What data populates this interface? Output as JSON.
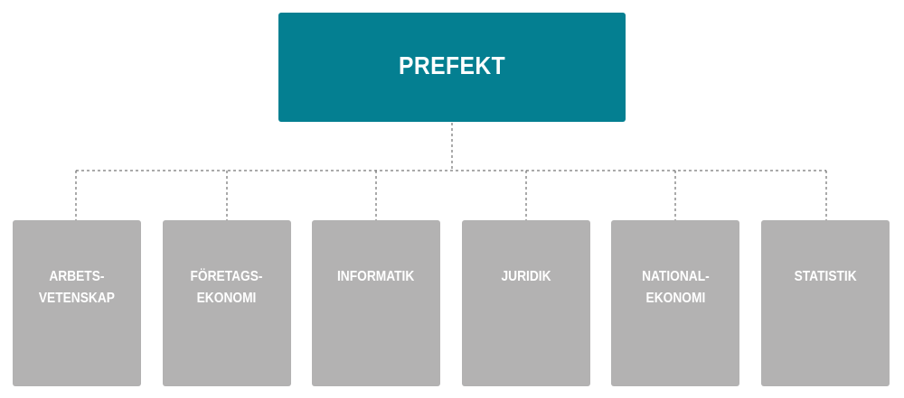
{
  "root": {
    "label": "PREFEKT",
    "color": "#047f91"
  },
  "departments": [
    {
      "label": "ARBETS-\nVETENSKAP"
    },
    {
      "label": "FÖRETAGS-\nEKONOMI"
    },
    {
      "label": "INFORMATIK"
    },
    {
      "label": "JURIDIK"
    },
    {
      "label": "NATIONAL-\nEKONOMI"
    },
    {
      "label": "STATISTIK"
    }
  ],
  "colors": {
    "department_box": "#b3b2b2",
    "connector": "#555555",
    "text": "#ffffff"
  }
}
